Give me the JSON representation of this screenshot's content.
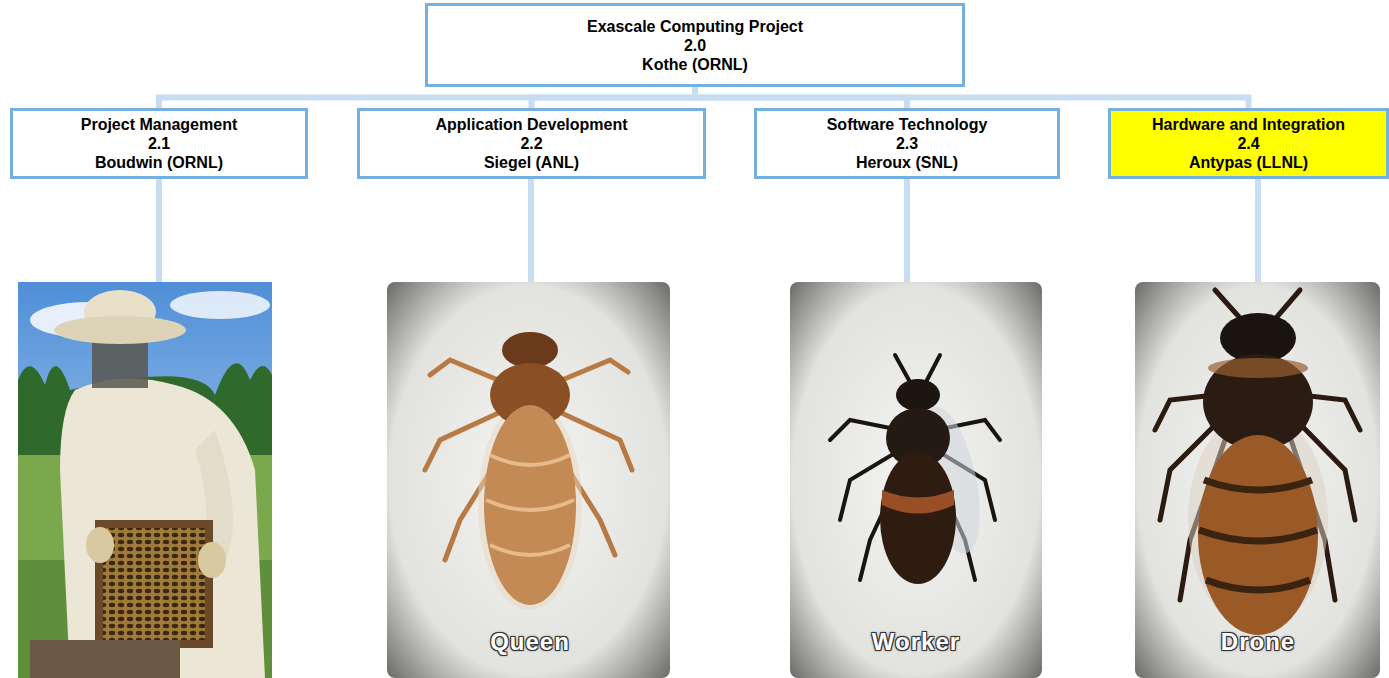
{
  "diagram": {
    "nodes": [
      {
        "text": [
          "Exascale Computing Project",
          "2.0",
          "Kothe (ORNL)"
        ]
      },
      {
        "text": [
          "Project Management",
          "2.1",
          "Boudwin (ORNL)"
        ]
      },
      {
        "text": [
          "Application Development",
          "2.2",
          "Siegel (ANL)"
        ]
      },
      {
        "text": [
          "Software Technology",
          "2.3",
          "Heroux (SNL)"
        ]
      },
      {
        "text": [
          "Hardware and Integration",
          "2.4",
          "Antypas (LLNL)"
        ]
      }
    ],
    "edges": [
      {
        "from": 0,
        "to": 1,
        "arrow": "none"
      },
      {
        "from": 0,
        "to": 2,
        "arrow": "none"
      },
      {
        "from": 0,
        "to": 3,
        "arrow": "none"
      },
      {
        "from": 0,
        "to": 4,
        "arrow": "none"
      }
    ],
    "labels": [
      "Queen",
      "Worker",
      "Drone"
    ]
  }
}
